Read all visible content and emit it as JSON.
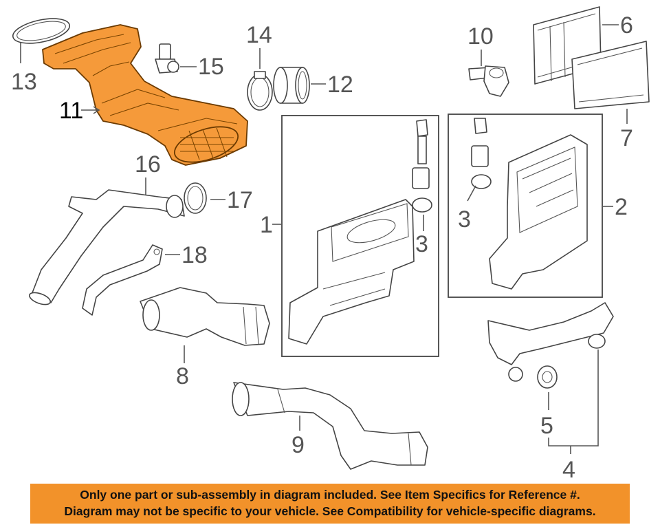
{
  "diagram": {
    "callouts": {
      "c1": "1",
      "c2": "2",
      "c3a": "3",
      "c3b": "3",
      "c4": "4",
      "c5": "5",
      "c6": "6",
      "c7": "7",
      "c8": "8",
      "c9": "9",
      "c10": "10",
      "c11": "11",
      "c12": "12",
      "c13": "13",
      "c14": "14",
      "c15": "15",
      "c16": "16",
      "c17": "17",
      "c18": "18"
    },
    "highlight_color": "#f59a3a"
  },
  "banner": {
    "line1": "Only one part or sub-assembly in diagram included. See Item Specifics for Reference #.",
    "line2": "Diagram may not be specific to your vehicle. See Compatibility for vehicle-specific diagrams.",
    "background": "#f2922a"
  }
}
